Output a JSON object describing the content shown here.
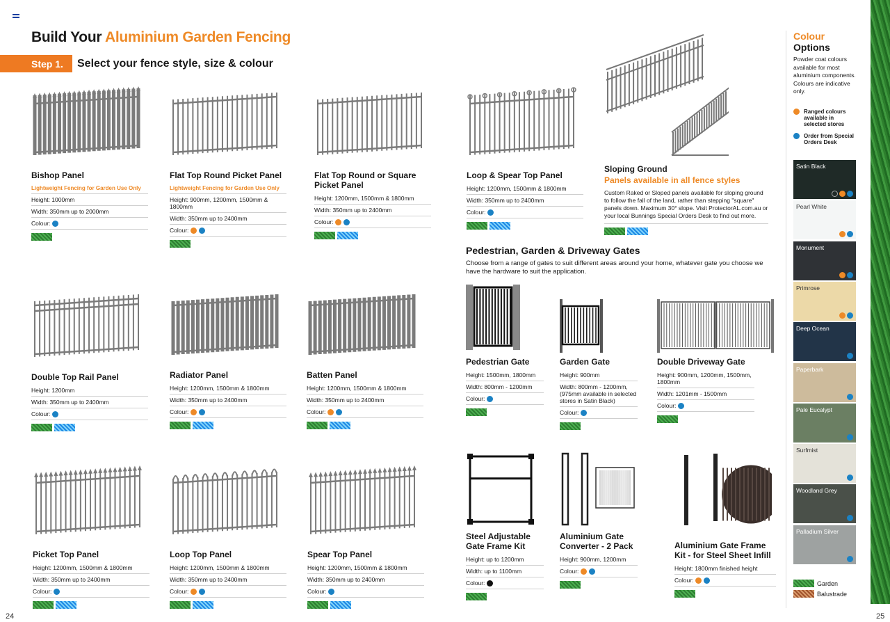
{
  "header": {
    "title_black": "Build Your ",
    "title_orange": "Aluminium Garden Fencing"
  },
  "step": {
    "badge": "Step 1.",
    "text": "Select your fence style, size & colour"
  },
  "page_left": "24",
  "page_right": "25",
  "panels": [
    {
      "id": "bishop",
      "title": "Bishop Panel",
      "note": "Lightweight Fencing for Garden Use Only",
      "height": "Height: 1000mm",
      "width": "Width: 350mm up to 2000mm",
      "colour_label": "Colour:",
      "dots": [
        "blue"
      ],
      "swatches": [
        "garden"
      ]
    },
    {
      "id": "flat-top-round",
      "title": "Flat Top Round Picket Panel",
      "note": "Lightweight Fencing for Garden Use Only",
      "height": "Height: 900mm, 1200mm, 1500mm & 1800mm",
      "width": "Width: 350mm up to 2400mm",
      "colour_label": "Colour:",
      "dots": [
        "orange",
        "blue"
      ],
      "swatches": [
        "garden"
      ]
    },
    {
      "id": "flat-top-square",
      "title": "Flat Top Round or Square Picket Panel",
      "note": "",
      "height": "Height: 1200mm, 1500mm & 1800mm",
      "width": "Width: 350mm up to 2400mm",
      "colour_label": "Colour:",
      "dots": [
        "orange",
        "blue"
      ],
      "swatches": [
        "garden",
        "pool"
      ]
    },
    {
      "id": "double-top",
      "title": "Double Top Rail Panel",
      "note": "",
      "height": "Height: 1200mm",
      "width": "Width: 350mm up to 2400mm",
      "colour_label": "Colour:",
      "dots": [
        "blue"
      ],
      "swatches": [
        "garden",
        "pool"
      ]
    },
    {
      "id": "radiator",
      "title": "Radiator Panel",
      "note": "",
      "height": "Height: 1200mm, 1500mm & 1800mm",
      "width": "Width: 350mm up to 2400mm",
      "colour_label": "Colour:",
      "dots": [
        "orange",
        "blue"
      ],
      "swatches": [
        "garden",
        "pool"
      ]
    },
    {
      "id": "batten",
      "title": "Batten Panel",
      "note": "",
      "height": "Height: 1200mm, 1500mm & 1800mm",
      "width": "Width: 350mm up to 2400mm",
      "colour_label": "Colour:",
      "dots": [
        "orange",
        "blue"
      ],
      "swatches": [
        "garden",
        "pool"
      ]
    },
    {
      "id": "picket-top",
      "title": "Picket Top Panel",
      "note": "",
      "height": "Height: 1200mm, 1500mm & 1800mm",
      "width": "Width: 350mm up to 2400mm",
      "colour_label": "Colour:",
      "dots": [
        "blue"
      ],
      "swatches": [
        "garden",
        "pool"
      ]
    },
    {
      "id": "loop-top",
      "title": "Loop Top Panel",
      "note": "",
      "height": "Height: 1200mm, 1500mm & 1800mm",
      "width": "Width: 350mm up to 2400mm",
      "colour_label": "Colour:",
      "dots": [
        "orange",
        "blue"
      ],
      "swatches": [
        "garden",
        "pool"
      ]
    },
    {
      "id": "spear-top",
      "title": "Spear Top Panel",
      "note": "",
      "height": "Height: 1200mm, 1500mm & 1800mm",
      "width": "Width: 350mm up to 2400mm",
      "colour_label": "Colour:",
      "dots": [
        "blue"
      ],
      "swatches": [
        "garden",
        "pool"
      ]
    },
    {
      "id": "loop-spear",
      "title": "Loop & Spear Top Panel",
      "note": "",
      "height": "Height: 1200mm, 1500mm & 1800mm",
      "width": "Width: 350mm up to 2400mm",
      "colour_label": "Colour:",
      "dots": [
        "blue"
      ],
      "swatches": [
        "garden",
        "pool"
      ]
    }
  ],
  "sloping": {
    "title": "Sloping Ground",
    "subtitle": "Panels available in all fence styles",
    "desc": "Custom Raked or Sloped panels available for sloping ground to follow the fall of the land, rather than stepping \"square\" panels down. Maximum 30° slope. Visit ProtectorAL.com.au or your local Bunnings Special Orders Desk to find out more."
  },
  "gates_section": {
    "title": "Pedestrian, Garden & Driveway Gates",
    "desc": "Choose from a range of gates to suit different areas around your home, whatever gate you choose we have the hardware to suit the application."
  },
  "gates": [
    {
      "id": "pedestrian",
      "title": "Pedestrian Gate",
      "lines": [
        "Height: 1500mm, 1800mm",
        "Width: 800mm - 1200mm"
      ],
      "colour_label": "Colour:",
      "dots": [
        "blue"
      ],
      "swatches": [
        "garden"
      ]
    },
    {
      "id": "garden",
      "title": "Garden Gate",
      "lines": [
        "Height: 900mm",
        "Width: 800mm - 1200mm, (975mm available in selected stores in Satin Black)"
      ],
      "colour_label": "Colour:",
      "dots": [
        "blue"
      ],
      "swatches": [
        "garden"
      ]
    },
    {
      "id": "driveway",
      "title": "Double Driveway Gate",
      "lines": [
        "Height: 900mm, 1200mm, 1500mm, 1800mm",
        "Width: 1201mm - 1500mm"
      ],
      "colour_label": "Colour:",
      "dots": [
        "blue"
      ],
      "swatches": [
        "garden"
      ]
    }
  ],
  "kits": [
    {
      "id": "steel-frame",
      "title": "Steel Adjustable Gate Frame Kit",
      "lines": [
        "Height: up to 1200mm",
        "Width: up to 1100mm"
      ],
      "colour_label": "Colour:",
      "dots": [
        "black"
      ],
      "swatches": [
        "garden"
      ]
    },
    {
      "id": "converter",
      "title": "Aluminium Gate Converter - 2 Pack",
      "lines": [
        "Height: 900mm, 1200mm"
      ],
      "colour_label": "Colour:",
      "dots": [
        "orange",
        "blue"
      ],
      "swatches": [
        "garden"
      ]
    },
    {
      "id": "sheet-infill",
      "title": "Aluminium Gate Frame Kit - for Steel Sheet Infill",
      "lines": [
        "Height: 1800mm finished height"
      ],
      "colour_label": "Colour:",
      "dots": [
        "orange",
        "blue"
      ],
      "swatches": [
        "garden"
      ]
    }
  ],
  "colour_options": {
    "title1": "Colour",
    "title2": "Options",
    "desc": "Powder coat colours available for most aluminium components. Colours are indicative only.",
    "legend_ranged": "Ranged colours available in selected stores",
    "legend_special": "Order from Special Orders Desk",
    "colours": [
      {
        "name": "Satin Black",
        "hex": "#1f2a27",
        "text": "#ffffff",
        "dots": [
          "empty",
          "orange",
          "blue"
        ]
      },
      {
        "name": "Pearl White",
        "hex": "#f4f6f6",
        "text": "#333333",
        "dots": [
          "orange",
          "blue"
        ]
      },
      {
        "name": "Monument",
        "hex": "#2f3236",
        "text": "#ffffff",
        "dots": [
          "orange",
          "blue"
        ]
      },
      {
        "name": "Primrose",
        "hex": "#ecd9a8",
        "text": "#333333",
        "dots": [
          "orange",
          "blue"
        ]
      },
      {
        "name": "Deep Ocean",
        "hex": "#223448",
        "text": "#ffffff",
        "dots": [
          "blue"
        ]
      },
      {
        "name": "Paperbark",
        "hex": "#cdbb9c",
        "text": "#ffffff",
        "dots": [
          "blue"
        ]
      },
      {
        "name": "Pale Eucalypt",
        "hex": "#6b7f63",
        "text": "#ffffff",
        "dots": [
          "blue"
        ]
      },
      {
        "name": "Surfmist",
        "hex": "#e4e2d9",
        "text": "#333333",
        "dots": [
          "blue"
        ]
      },
      {
        "name": "Woodland Grey",
        "hex": "#4a5049",
        "text": "#ffffff",
        "dots": [
          "blue"
        ]
      },
      {
        "name": "Palladium Silver",
        "hex": "#9ea2a1",
        "text": "#ffffff",
        "dots": [
          "blue"
        ]
      }
    ],
    "legend_garden": "Garden",
    "legend_balustrade": "Balustrade"
  }
}
